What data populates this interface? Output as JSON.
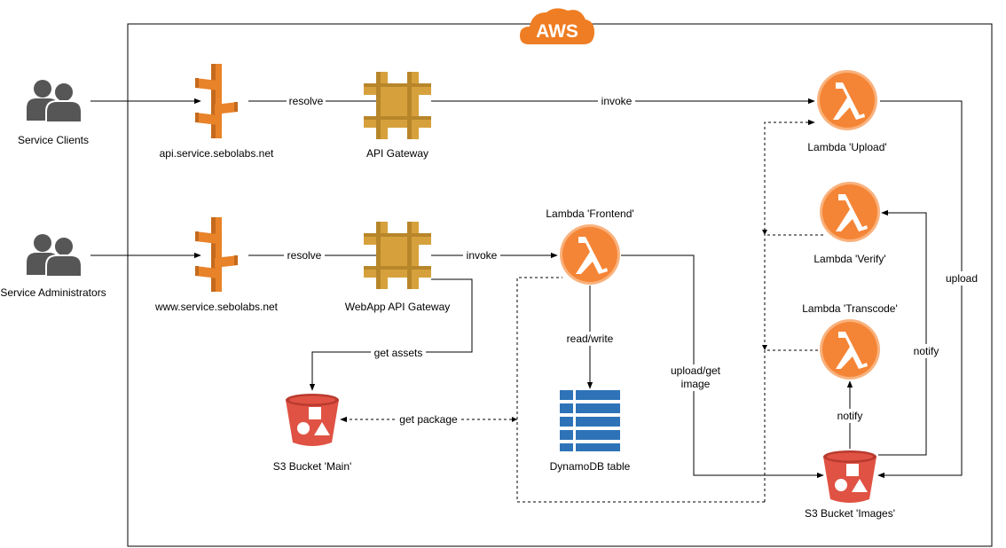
{
  "cloud": {
    "label": "AWS",
    "color": "#EE7D23"
  },
  "colors": {
    "route53": "#E8832A",
    "route53_dark": "#C56A1C",
    "api_gateway": "#D6A13C",
    "api_gateway_dark": "#B7862A",
    "lambda": "#F58536",
    "lambda_ring": "#F9B27D",
    "dynamodb": "#2E73B8",
    "s3": "#E05243",
    "s3_dark": "#B93A2E",
    "users": "#565656"
  },
  "nodes": {
    "service_clients": {
      "label": "Service Clients",
      "icon": "users-icon"
    },
    "service_admins": {
      "label": "Service Administrators",
      "icon": "users-icon"
    },
    "dns_api": {
      "label": "api.service.sebolabs.net",
      "icon": "route53-icon"
    },
    "dns_www": {
      "label": "www.service.sebolabs.net",
      "icon": "route53-icon"
    },
    "api_gateway": {
      "label": "API Gateway",
      "icon": "api-gateway-icon"
    },
    "webapp_api_gateway": {
      "label": "WebApp API Gateway",
      "icon": "api-gateway-icon"
    },
    "lambda_frontend": {
      "label": "Lambda 'Frontend'",
      "icon": "lambda-icon"
    },
    "lambda_upload": {
      "label": "Lambda 'Upload'",
      "icon": "lambda-icon"
    },
    "lambda_verify": {
      "label": "Lambda 'Verify'",
      "icon": "lambda-icon"
    },
    "lambda_transcode": {
      "label": "Lambda 'Transcode'",
      "icon": "lambda-icon"
    },
    "dynamodb": {
      "label": "DynamoDB table",
      "icon": "dynamodb-icon"
    },
    "s3_main": {
      "label": "S3 Bucket 'Main'",
      "icon": "s3-bucket-icon"
    },
    "s3_images": {
      "label": "S3 Bucket 'Images'",
      "icon": "s3-bucket-icon"
    }
  },
  "edges": {
    "clients_resolve": "resolve",
    "admins_resolve": "resolve",
    "api_invoke": "invoke",
    "webapp_invoke": "invoke",
    "get_assets": "get assets",
    "get_package": "get package",
    "read_write": "read/write",
    "upload_get_1": "upload/get",
    "upload_get_2": "image",
    "upload": "upload",
    "notify_transcode": "notify",
    "notify_verify": "notify"
  }
}
